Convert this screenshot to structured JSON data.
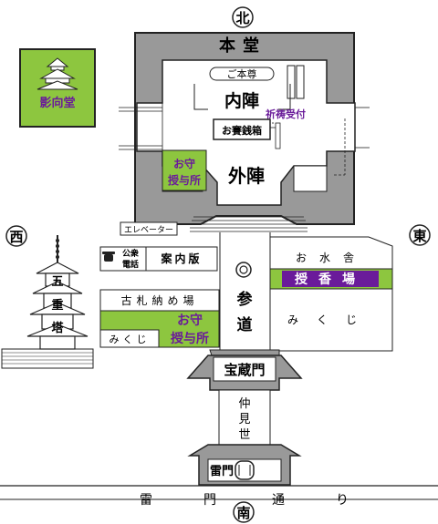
{
  "compass": {
    "north": "北",
    "south": "南",
    "east": "東",
    "west": "西"
  },
  "buildings": {
    "hondo": "本堂",
    "honzon": "ご本尊",
    "naijin": "内陣",
    "gejin": "外陣",
    "kito": "祈祷受付",
    "saisen": "お賽銭箱",
    "omamori_upper_1": "お守",
    "omamori_upper_2": "授与所",
    "elevator": "エレベーター",
    "yogodo": "影向堂",
    "pagoda": [
      "五",
      "重",
      "塔"
    ],
    "phone_1": "公衆",
    "phone_2": "電話",
    "annai": "案内版",
    "furufuda": "古札納め場",
    "omamori_lower_1": "お守",
    "omamori_lower_2": "授与所",
    "mikuji_left": "みくじ",
    "omizuya": "お水舎",
    "jokoba": "授香場",
    "mikuji_right": "みくじ",
    "sando": [
      "参",
      "道"
    ],
    "hozomon": "宝蔵門",
    "nakamise": [
      "仲",
      "見",
      "世"
    ],
    "kaminarimon": "雷門",
    "street": [
      "雷",
      "門",
      "通",
      "り"
    ]
  },
  "colors": {
    "green": "#8dc63f",
    "purple": "#6a1b9a",
    "gray": "#999999",
    "dark": "#222222"
  }
}
